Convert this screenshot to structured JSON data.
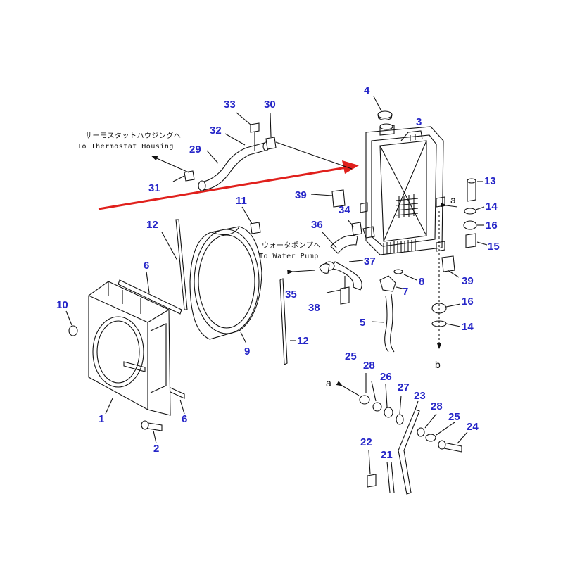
{
  "notes": {
    "thermostat_jp": "サーモスタットハウジングへ",
    "thermostat_en": "To Thermostat Housing",
    "waterpump_jp": "ウォータポンプへ",
    "waterpump_en": "To Water Pump"
  },
  "ref_letters": {
    "a_top": "a",
    "a_bottom": "a",
    "b": "b"
  },
  "callouts": {
    "c1": "1",
    "c2": "2",
    "c3": "3",
    "c4": "4",
    "c5": "5",
    "c6a": "6",
    "c6b": "6",
    "c7": "7",
    "c8": "8",
    "c9": "9",
    "c10": "10",
    "c11": "11",
    "c12a": "12",
    "c12b": "12",
    "c13": "13",
    "c14a": "14",
    "c14b": "14",
    "c15": "15",
    "c16a": "16",
    "c16b": "16",
    "c21": "21",
    "c22": "22",
    "c23": "23",
    "c24": "24",
    "c25a": "25",
    "c25b": "25",
    "c26": "26",
    "c27": "27",
    "c28a": "28",
    "c28b": "28",
    "c29": "29",
    "c30": "30",
    "c31": "31",
    "c32": "32",
    "c33": "33",
    "c34": "34",
    "c35": "35",
    "c36": "36",
    "c37": "37",
    "c38": "38",
    "c39a": "39",
    "c39b": "39"
  },
  "colors": {
    "callout": "#2626c8",
    "highlight_arrow": "#e0201c",
    "line": "#111111"
  }
}
